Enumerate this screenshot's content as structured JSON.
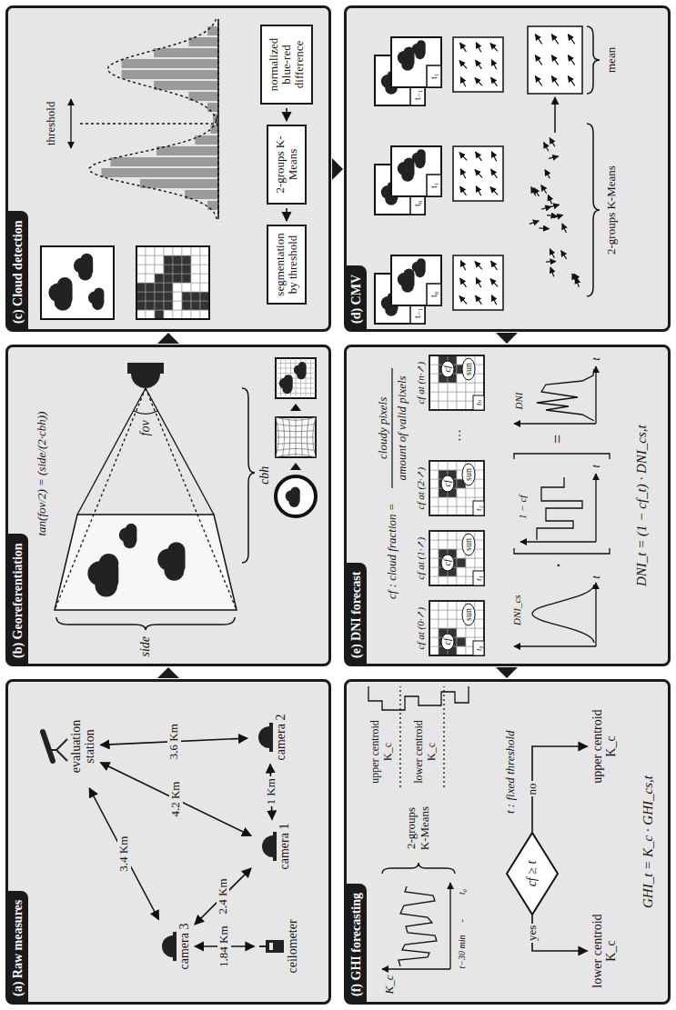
{
  "diagram": {
    "nodes": [
      {
        "text": [
          "(a) Raw measures"
        ]
      },
      {
        "text": [
          "evaluation station"
        ],
        "in": 0
      },
      {
        "text": [
          "camera 2"
        ],
        "in": 0
      },
      {
        "text": [
          "camera 1"
        ],
        "in": 0
      },
      {
        "text": [
          "camera 3"
        ],
        "in": 0
      },
      {
        "text": [
          "ceilometer"
        ],
        "in": 0
      },
      {
        "text": [
          "(b) Georeferentiation"
        ]
      },
      {
        "text": [
          "(c) Cloud detection"
        ]
      },
      {
        "text": [
          "normalized blue-red difference"
        ],
        "in": 7
      },
      {
        "text": [
          "2-groups K-Means"
        ],
        "in": 7
      },
      {
        "text": [
          "segmentation by threshold"
        ],
        "in": 7
      },
      {
        "text": [
          "(d) CMV"
        ]
      },
      {
        "text": [
          "(e) DNI forecast"
        ]
      },
      {
        "text": [
          "(f) GHI forecasting"
        ]
      },
      {
        "text": [
          "cf ≥ t"
        ],
        "in": 13
      },
      {
        "text": [
          "lower centroid K_c"
        ],
        "in": 13
      },
      {
        "text": [
          "upper centroid K_c"
        ],
        "in": 13
      }
    ],
    "edges": [
      {
        "from": 1,
        "to": 2,
        "label": "3.6 Km",
        "arrow": "both"
      },
      {
        "from": 1,
        "to": 3,
        "label": "4.2 Km",
        "arrow": "both"
      },
      {
        "from": 1,
        "to": 4,
        "label": "3.4 Km",
        "arrow": "both"
      },
      {
        "from": 4,
        "to": 3,
        "label": "2.4 Km",
        "arrow": "both"
      },
      {
        "from": 3,
        "to": 2,
        "label": "1 Km",
        "arrow": "both"
      },
      {
        "from": 4,
        "to": 5,
        "label": "1.84 Km",
        "arrow": "both"
      },
      {
        "from": 8,
        "to": 9,
        "arrow": "to"
      },
      {
        "from": 9,
        "to": 10,
        "arrow": "to"
      },
      {
        "from": 14,
        "to": 15,
        "label": "yes",
        "arrow": "to"
      },
      {
        "from": 14,
        "to": 16,
        "label": "no",
        "arrow": "to"
      }
    ],
    "labels": [
      "side",
      "fov",
      "cbh",
      "tan(fov/2) = (side/(2·cbh))",
      "threshold",
      "t₋₁",
      "t₀",
      "t₀",
      "t₁",
      "t₋₁",
      "t₁",
      "2-groups K-Means",
      "mean",
      "cf : cloud fraction =",
      "cloudy pixels",
      "amount of valid pixels",
      "cf at (0·↗)",
      "t₀",
      "cf",
      "sun",
      "cf at (1·↗)",
      "t₁",
      "cf",
      "sun",
      "cf at (2·↗)",
      "t₂",
      "cf",
      "sun",
      "…",
      "cf at (n·↗)",
      "tₙ",
      "cf",
      "sun",
      "DNI_cs",
      "t",
      "·",
      "1 − cf",
      "t",
      "=",
      "DNI",
      "t",
      "DNI_t = (1 − cf_t) · DNI_cs,t",
      "K_c",
      "t−30 min",
      "-",
      "t₀",
      "2-groups K-Means",
      "upper centroid K_c",
      "lower centroid K_c",
      "t : fixed threshold",
      "GHI_t = K_c · GHI_cs,t"
    ]
  }
}
